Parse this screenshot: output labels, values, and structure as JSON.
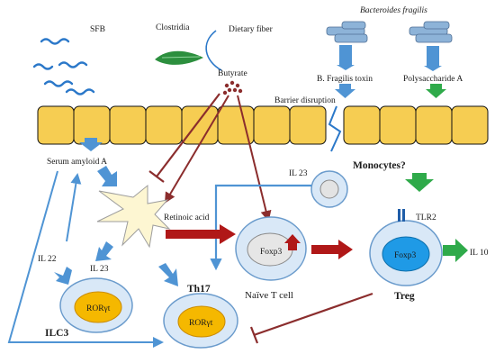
{
  "labels": {
    "sfb": "SFB",
    "clostridia": "Clostridia",
    "dietary_fiber": "Dietary fiber",
    "bacteroides": "Bacteroides fragilis",
    "butyrate": "Butyrate",
    "bf_toxin": "B. Fragilis toxin",
    "polysaccharide": "Polysaccharide A",
    "barrier": "Barrier disruption",
    "saa": "Serum amyloid A",
    "il23_top": "IL 23",
    "monocytes": "Monocytes?",
    "retinoic": "Retinoic acid",
    "tlr2": "TLR2",
    "il22": "IL 22",
    "il23_bottom": "IL 23",
    "il10": "IL 10",
    "th17": "Th17",
    "foxp3_naive": "Foxp3",
    "foxp3_treg": "Foxp3",
    "naive": "Naïve T cell",
    "treg": "Treg",
    "ilc3": "ILC3",
    "ror_ilc3": "RORγt",
    "ror_th17": "RORγt"
  },
  "colors": {
    "epithelium": "#f6cd52",
    "blue_arrow": "#4f94d4",
    "red_arrow": "#b01818",
    "inhibit": "#8b2d2d",
    "green": "#2faa4a",
    "cell_fill": "#d9e8f7",
    "ror_fill": "#f5b800",
    "foxp3_blue": "#1f9ae6"
  }
}
